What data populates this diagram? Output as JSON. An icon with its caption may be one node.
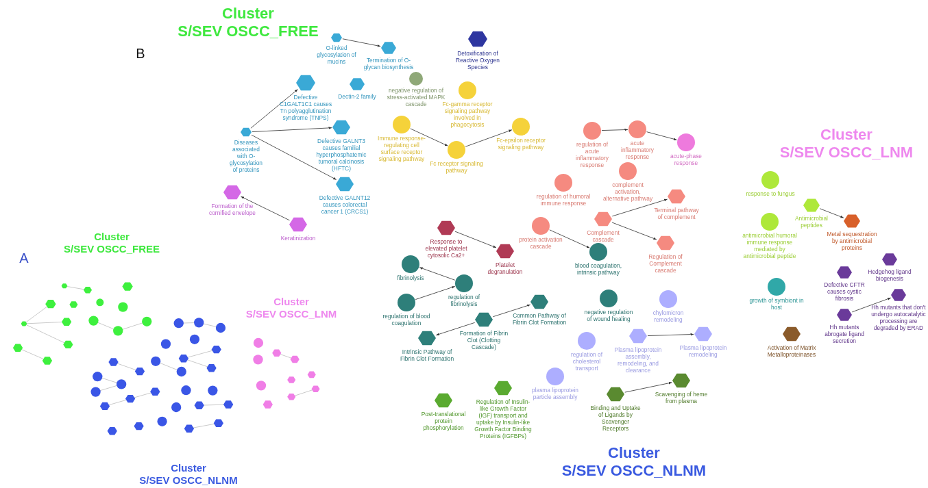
{
  "diagram": {
    "nodes": [
      {
        "text": [
          "O-linked glycosylation of mucins"
        ]
      },
      {
        "text": [
          "Termination of O-glycan biosynthesis"
        ]
      },
      {
        "text": [
          "Detoxification of Reactive Oxygen Species"
        ]
      },
      {
        "text": [
          "Defective C1GALT1C1 causes Tn polyagglutination syndrome (TNPS)"
        ]
      },
      {
        "text": [
          "Dectin-2 family"
        ]
      },
      {
        "text": [
          "negative regulation of stress-activated MAPK cascade"
        ]
      },
      {
        "text": [
          "Fc-gamma receptor signaling pathway involved in phagocytosis"
        ]
      },
      {
        "text": [
          "Diseases associated with O-glycosylation of proteins"
        ]
      },
      {
        "text": [
          "Immune response-regulating cell surface receptor signaling pathway"
        ]
      },
      {
        "text": [
          "Defective GALNT3 causes familial hyperphosphatemic tumoral calcinosis (HFTC)"
        ]
      },
      {
        "text": [
          "Fc-epsilon receptor signaling pathway"
        ]
      },
      {
        "text": [
          "Fc receptor signaling pathway"
        ]
      },
      {
        "text": [
          "Defective GALNT12 causes colorectal cancer 1 (CRCS1)"
        ]
      },
      {
        "text": [
          "Formation of the cornified envelope"
        ]
      },
      {
        "text": [
          "Keratinization"
        ]
      },
      {
        "text": [
          "regulation of acute inflammatory response"
        ]
      },
      {
        "text": [
          "acute inflammatory response"
        ]
      },
      {
        "text": [
          "acute-phase response"
        ]
      },
      {
        "text": [
          "complement activation, alternative pathway"
        ]
      },
      {
        "text": [
          "regulation of humoral immune response"
        ]
      },
      {
        "text": [
          "Terminal pathway of complement"
        ]
      },
      {
        "text": [
          "Complement cascade"
        ]
      },
      {
        "text": [
          "protein activation cascade"
        ]
      },
      {
        "text": [
          "Regulation of Complement cascade"
        ]
      },
      {
        "text": [
          "Response to elevated platelet cytosolic Ca2+"
        ]
      },
      {
        "text": [
          "Platelet degranulation"
        ]
      },
      {
        "text": [
          "blood coagulation, intrinsic pathway"
        ]
      },
      {
        "text": [
          "fibrinolysis"
        ]
      },
      {
        "text": [
          "regulation of fibrinolysis"
        ]
      },
      {
        "text": [
          "regulation of blood coagulation"
        ]
      },
      {
        "text": [
          "Common Pathway of Fibrin Clot Formation"
        ]
      },
      {
        "text": [
          "Formation of Fibrin Clot (Clotting Cascade)"
        ]
      },
      {
        "text": [
          "Intrinsic Pathway of Fibrin Clot Formation"
        ]
      },
      {
        "text": [
          "negative regulation of wound healing"
        ]
      },
      {
        "text": [
          "chylomicron remodeling"
        ]
      },
      {
        "text": [
          "Plasma lipoprotein assembly, remodeling, and clearance"
        ]
      },
      {
        "text": [
          "Plasma lipoprotein remodeling"
        ]
      },
      {
        "text": [
          "regulation of cholesterol transport"
        ]
      },
      {
        "text": [
          "plasma lipoprotein particle assembly"
        ]
      },
      {
        "text": [
          "Post-translational protein phosphorylation"
        ]
      },
      {
        "text": [
          "Regulation of Insulin-like Growth Factor (IGF) transport and uptake by Insulin-like Growth Factor Binding Proteins (IGFBPs)"
        ]
      },
      {
        "text": [
          "Binding and Uptake of Ligands by Scavenger Receptors"
        ]
      },
      {
        "text": [
          "Scavenging of heme from plasma"
        ]
      },
      {
        "text": [
          "response to fungus"
        ]
      },
      {
        "text": [
          "Antimicrobial peptides"
        ]
      },
      {
        "text": [
          "Metal sequestration by antimicrobial proteins"
        ]
      },
      {
        "text": [
          "antimicrobial humoral immune response mediated by antimicrobial peptide"
        ]
      },
      {
        "text": [
          "Hedgehog ligand biogenesis"
        ]
      },
      {
        "text": [
          "Defective CFTR causes cystic fibrosis"
        ]
      },
      {
        "text": [
          "Hh mutants that don't undergo autocatalytic processing are degraded by ERAD"
        ]
      },
      {
        "text": [
          "growth of symbiont in host"
        ]
      },
      {
        "text": [
          "Hh mutants abrogate ligand secretion"
        ]
      },
      {
        "text": [
          "Activation of Matrix Metalloproteinases"
        ]
      }
    ],
    "edges": [
      {
        "from": 0,
        "to": 1,
        "arrow": "to"
      },
      {
        "from": 7,
        "to": 3,
        "arrow": "to"
      },
      {
        "from": 7,
        "to": 9,
        "arrow": "to"
      },
      {
        "from": 7,
        "to": 12,
        "arrow": "to"
      },
      {
        "from": 14,
        "to": 13,
        "arrow": "to"
      },
      {
        "from": 8,
        "to": 11,
        "arrow": "to"
      },
      {
        "from": 11,
        "to": 10,
        "arrow": "to"
      },
      {
        "from": 15,
        "to": 16,
        "arrow": "to"
      },
      {
        "from": 16,
        "to": 17,
        "arrow": "to"
      },
      {
        "from": 21,
        "to": 20,
        "arrow": "to"
      },
      {
        "from": 21,
        "to": 23,
        "arrow": "to"
      },
      {
        "from": 22,
        "to": 26,
        "arrow": "to"
      },
      {
        "from": 24,
        "to": 25,
        "arrow": "to"
      },
      {
        "from": 28,
        "to": 27,
        "arrow": "to"
      },
      {
        "from": 29,
        "to": 28,
        "arrow": "to"
      },
      {
        "from": 31,
        "to": 30,
        "arrow": "to"
      },
      {
        "from": 31,
        "to": 32,
        "arrow": "to"
      },
      {
        "from": 35,
        "to": 36,
        "arrow": "to"
      },
      {
        "from": 41,
        "to": 42,
        "arrow": "to"
      },
      {
        "from": 44,
        "to": 45,
        "arrow": "to"
      },
      {
        "from": 51,
        "to": 49,
        "arrow": "to"
      }
    ],
    "labels": [
      "Cluster S/SEV OSCC_FREE",
      "B",
      "Cluster S/SEV OSCC_LNM",
      "A",
      "Cluster S/SEV OSCC_FREE",
      "Cluster S/SEV OSCC_LNM",
      "Cluster S/SEV OSCC_NLNM",
      "Cluster S/SEV OSCC_NLNM"
    ]
  }
}
